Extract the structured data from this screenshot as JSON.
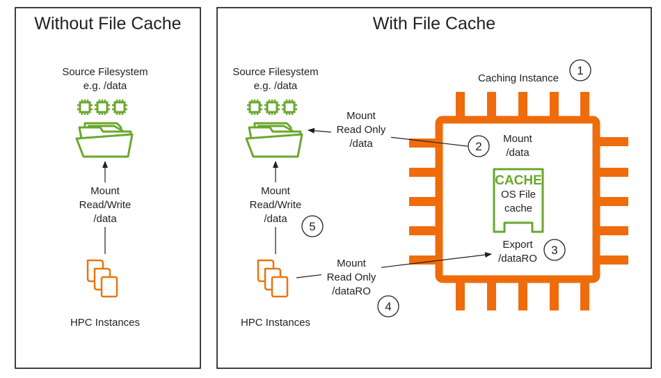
{
  "panels": {
    "left": {
      "title": "Without File Cache"
    },
    "right": {
      "title": "With File Cache"
    }
  },
  "left": {
    "source_line1": "Source Filesystem",
    "source_line2": "e.g. /data",
    "mount_line1": "Mount",
    "mount_line2": "Read/Write",
    "mount_line3": "/data",
    "hpc_label": "HPC Instances"
  },
  "right": {
    "source_line1": "Source Filesystem",
    "source_line2": "e.g. /data",
    "mount_ro_line1": "Mount",
    "mount_ro_line2": "Read Only",
    "mount_ro_line3": "/data",
    "mount_rw_line1": "Mount",
    "mount_rw_line2": "Read/Write",
    "mount_rw_line3": "/data",
    "mount_ro2_line1": "Mount",
    "mount_ro2_line2": "Read Only",
    "mount_ro2_line3": "/dataRO",
    "hpc_label": "HPC Instances",
    "caching_instance": "Caching Instance",
    "chip_mount_line1": "Mount",
    "chip_mount_line2": "/data",
    "cache_badge": "CACHE",
    "cache_line1": "OS File",
    "cache_line2": "cache",
    "export_line1": "Export",
    "export_line2": "/dataRO"
  },
  "steps": [
    "1",
    "2",
    "3",
    "4",
    "5"
  ],
  "colors": {
    "chip": "#ef6c0c",
    "green": "#6aa72e",
    "hpc": "#e8760f",
    "text": "#1f1f1f"
  }
}
